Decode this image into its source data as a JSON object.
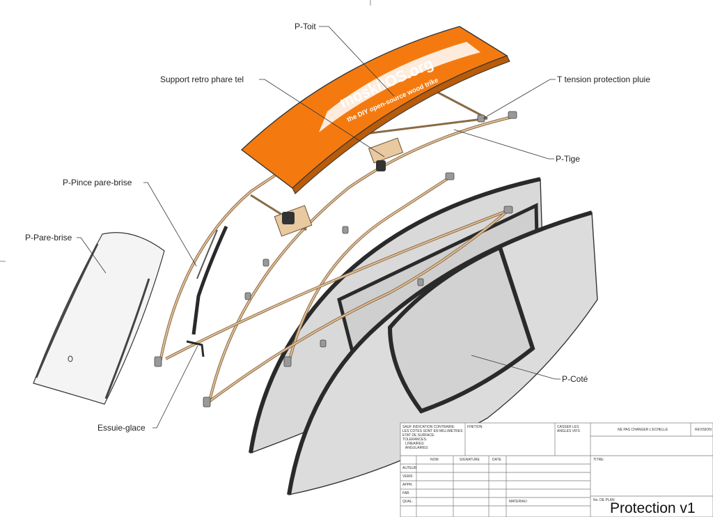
{
  "drawing": {
    "callouts": {
      "toit": "P-Toit",
      "support": "Support retro phare tel",
      "tension": "T tension protection pluie",
      "tige": "P-Tige",
      "pince": "P-Pince pare-brise",
      "parebrise": "P-Pare-brise",
      "cote": "P-Coté",
      "essuie": "Essuie-glace"
    },
    "roof_print": {
      "brand": "moskitOS.org",
      "tagline": "the DIY open-source wood trike"
    },
    "colors": {
      "roof": "#f47a10",
      "frame_wood": "#d9b48a",
      "glass": "#d9d9d9",
      "seal": "#2a2a2a"
    }
  },
  "title_block": {
    "tolerances": "SAUF INDICATION CONTRAIRE:\nLES COTES SONT EN MILLIMETRES\nETAT DE SURFACE:\nTOLERANCES:\n   LINEAIRES:\n   ANGULAIRES:",
    "finition": "FINITION:",
    "casser": "CASSER LES\nANGLES VIFS",
    "echelle": "NE PAS CHANGER L'ECHELLE",
    "revision": "REVISION",
    "nom": "NOM",
    "signature": "SIGNATURE",
    "date": "DATE",
    "titre": "TITRE:",
    "auteur": "AUTEUR",
    "verif": "VERIF.",
    "appr": "APPR.",
    "fab": "FAB.",
    "qual": "QUAL.",
    "materiau": "MATERIAU:",
    "no_plan": "No. DE PLAN",
    "title": "Protection v1"
  }
}
